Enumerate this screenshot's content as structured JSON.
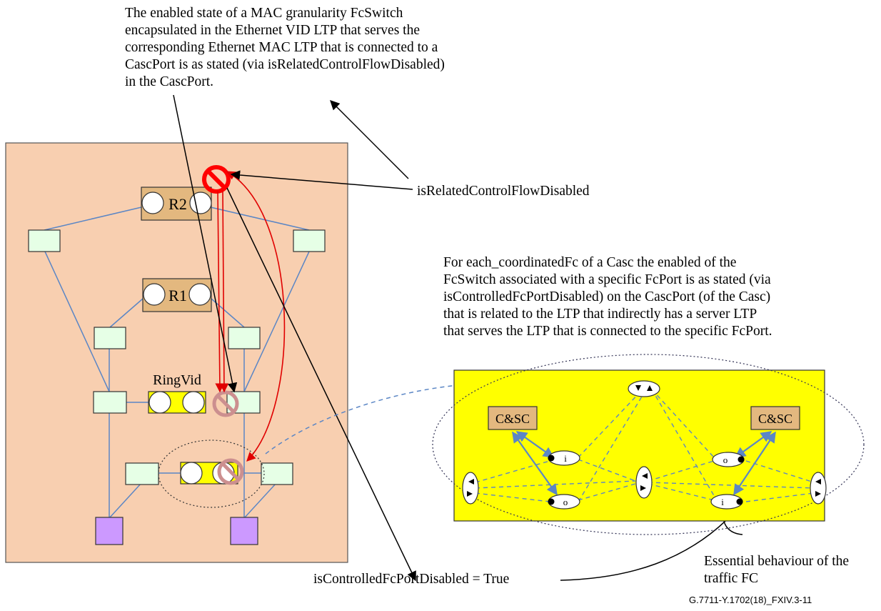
{
  "annotations": {
    "top_note": "The enabled state of a MAC granularity FcSwitch\nencapsulated in the Ethernet VID LTP that serves the\ncorresponding Ethernet MAC LTP that is connected to a\nCascPort is as stated (via isRelatedControlFlowDisabled)\nin the CascPort.",
    "related_flag": "isRelatedControlFlowDisabled",
    "right_note": "For each_coordinatedFc of a Casc the enabled of the\nFcSwitch associated with a specific FcPort is as stated (via\nisControlledFcPortDisabled) on the CascPort (of the Casc)\nthat is related to the LTP that indirectly has a server LTP\nthat serves the LTP that is connected to the specific FcPort.",
    "controlled_flag": "isControlledFcPortDisabled = True",
    "essential_note": "Essential behaviour of the\ntraffic FC",
    "figure_code": "G.7711-Y.1702(18)_FXIV.3-11"
  },
  "labels": {
    "r2": "R2",
    "r1": "R1",
    "ringvid": "RingVid",
    "casc_left": "C&SC",
    "casc_right": "C&SC",
    "port_i": "i",
    "port_o": "o"
  },
  "colors": {
    "left_panel_fill": "#f8cfb0",
    "right_panel_fill": "#ffff00",
    "casc_box_fill": "#e3b87f",
    "ltp_fill": "#e6ffe6",
    "purple_fill": "#cc99ff",
    "link_blue": "#5b86c5",
    "arrow_red": "#e00000",
    "prohibit_red": "#ff0000",
    "prohibit_faded": "#cc8f8f"
  }
}
